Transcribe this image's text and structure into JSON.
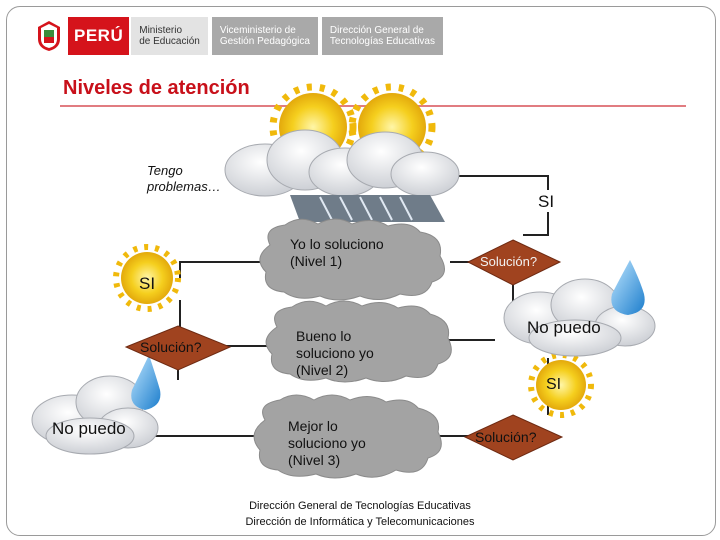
{
  "header": {
    "country": "PERÚ",
    "ministry": "Ministerio\nde Educación",
    "vice_ministry": "Viceministerio de\nGestión Pedagógica",
    "direction": "Dirección General de\nTecnologías Educativas"
  },
  "title": "Niveles de atención",
  "intro_text": "Tengo problemas…",
  "levels": [
    {
      "text": "Yo lo soluciono (Nivel 1)"
    },
    {
      "text": "Bueno lo soluciono yo (Nivel 2)"
    },
    {
      "text": "Mejor lo soluciono yo (Nivel 3)"
    }
  ],
  "decisions": {
    "label": "Solución?",
    "yes": "SI",
    "no": "No puedo"
  },
  "footer": {
    "line1": "Dirección General de Tecnologías Educativas",
    "line2": "Dirección de Informática y Telecomunicaciones"
  },
  "colors": {
    "brand_red": "#c8101a",
    "decision_fill": "#a0431f",
    "cloud_fill": "#a3a3a3",
    "sun": "#f5cf1e",
    "drop": "#2f9ae0"
  }
}
